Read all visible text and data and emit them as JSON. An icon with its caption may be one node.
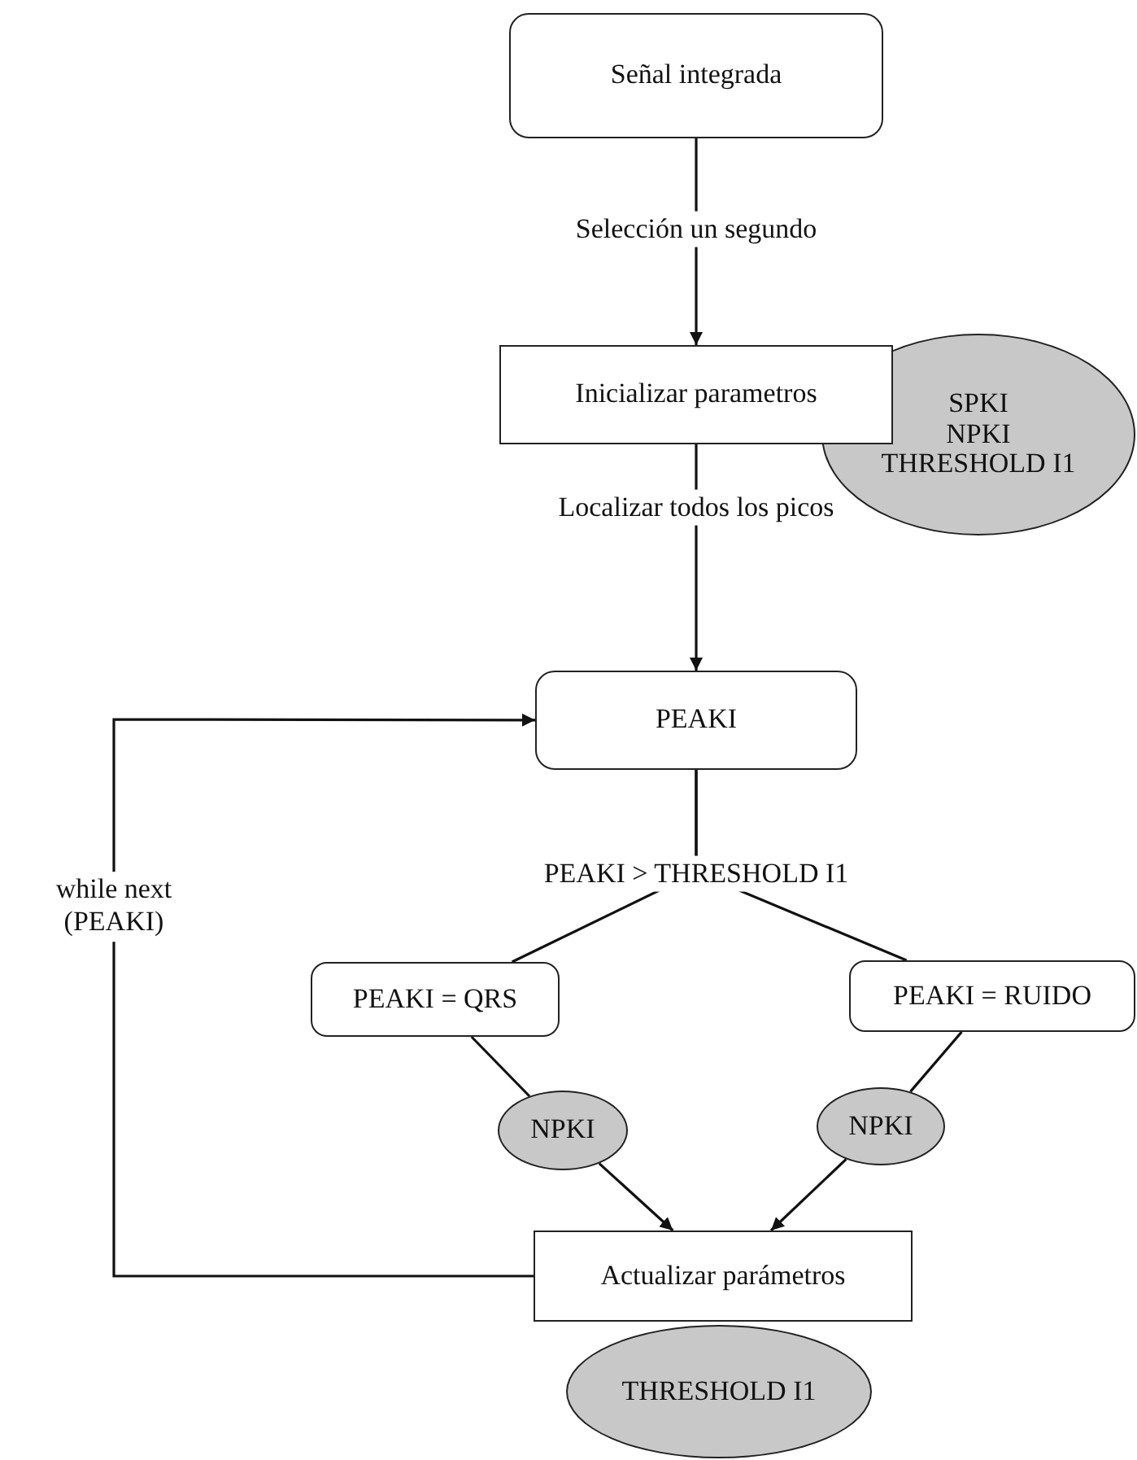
{
  "diagram": {
    "nodes": [
      {
        "text": [
          "Señal integrada"
        ]
      },
      {
        "text": [
          "Inicializar parametros"
        ]
      },
      {
        "text": [
          "SPKI",
          "NPKI",
          "THRESHOLD I1"
        ]
      },
      {
        "text": [
          "PEAKI"
        ]
      },
      {
        "text": [
          "PEAKI = QRS"
        ]
      },
      {
        "text": [
          "PEAKI = RUIDO"
        ]
      },
      {
        "text": [
          "NPKI"
        ]
      },
      {
        "text": [
          "NPKI"
        ]
      },
      {
        "text": [
          "Actualizar parámetros"
        ]
      },
      {
        "text": [
          "THRESHOLD I1"
        ]
      }
    ],
    "edges": [
      {
        "from": 0,
        "to": 1,
        "arrow": "to",
        "label": "Selección un segundo"
      },
      {
        "from": 1,
        "to": 3,
        "arrow": "to",
        "label": "Localizar todos los picos"
      },
      {
        "from": 3,
        "to": 4,
        "arrow": "none",
        "label": "PEAKI > THRESHOLD I1"
      },
      {
        "from": 3,
        "to": 5,
        "arrow": "none"
      },
      {
        "from": 4,
        "to": 6,
        "arrow": "none"
      },
      {
        "from": 5,
        "to": 7,
        "arrow": "none"
      },
      {
        "from": 6,
        "to": 8,
        "arrow": "to"
      },
      {
        "from": 7,
        "to": 8,
        "arrow": "to"
      },
      {
        "from": 8,
        "to": 3,
        "arrow": "to",
        "label": "while next (PEAKI)"
      }
    ]
  }
}
